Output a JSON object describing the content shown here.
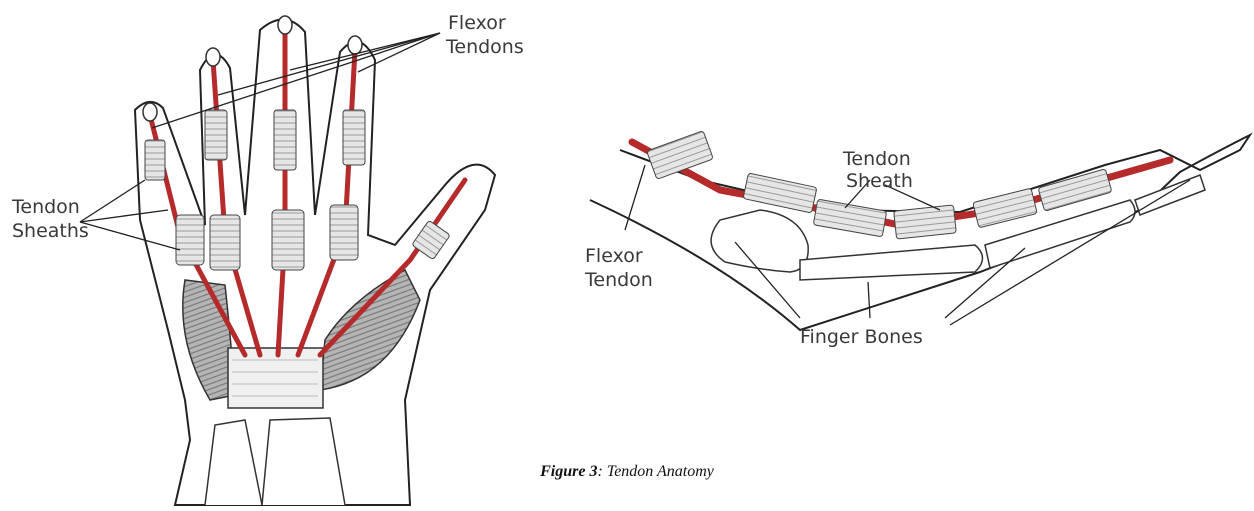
{
  "hand_labels": {
    "flexor_tendons_line1": "Flexor",
    "flexor_tendons_line2": "Tendons",
    "tendon_sheaths_line1": "Tendon",
    "tendon_sheaths_line2": "Sheaths"
  },
  "finger_labels": {
    "tendon_sheath_line1": "Tendon",
    "tendon_sheath_line2": "Sheath",
    "flexor_tendon_line1": "Flexor",
    "flexor_tendon_line2": "Tendon",
    "finger_bones": "Finger Bones"
  },
  "caption": {
    "figure": "Figure 3",
    "separator": ":",
    "text": " Tendon Anatomy"
  },
  "colors": {
    "tendon": "#b52a2a",
    "outline": "#2a2a2a",
    "muscle": "#8a8a8a",
    "sheath": "#dcdcdc"
  }
}
